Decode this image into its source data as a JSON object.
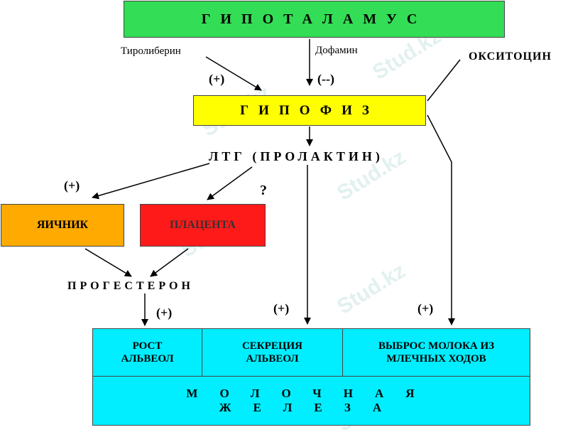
{
  "hypothalamus": "ГИПОТАЛАМУС",
  "pituitary": "ГИПОФИЗ",
  "tyroliberin": "Тиролиберин",
  "dopamine": "Дофамин",
  "oxytocin": "ОКСИТОЦИН",
  "plus": "(+)",
  "minus": "(--)",
  "ltg": "ЛТГ (ПРОЛАКТИН)",
  "question": "?",
  "ovary": "ЯИЧНИК",
  "placenta": "ПЛАЦЕНТА",
  "progesterone": "ПРОГЕСТЕРОН",
  "alveoli_growth": "РОСТ\nАЛЬВЕОЛ",
  "alveoli_secretion": "СЕКРЕЦИЯ\nАЛЬВЕОЛ",
  "milk_ejection": "ВЫБРОС МОЛОКА ИЗ\nМЛЕЧНЫХ ХОДОВ",
  "mammary_gland": "МОЛОЧНАЯ ЖЕЛЕЗА",
  "watermark": "Stud.kz",
  "colors": {
    "hypothalamus": "#33dd55",
    "pituitary": "#ffff00",
    "ovary": "#ffaa00",
    "placenta": "#ff1a1a",
    "gland": "#00eeff"
  }
}
